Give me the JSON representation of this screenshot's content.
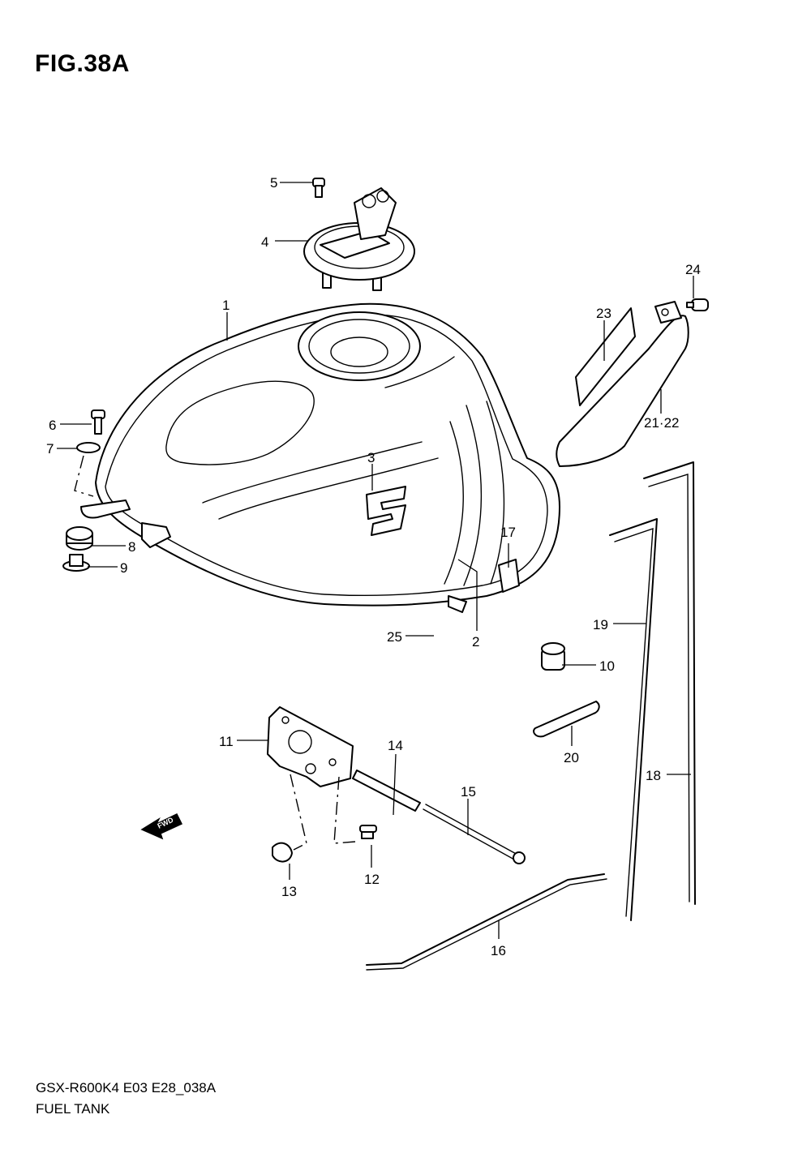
{
  "figure": {
    "title": "FIG.38A",
    "model_code": "GSX-R600K4 E03 E28_038A",
    "name": "FUEL TANK"
  },
  "arrow": {
    "label": "FWD"
  },
  "callouts": [
    {
      "id": "c1",
      "label": "1"
    },
    {
      "id": "c2",
      "label": "2"
    },
    {
      "id": "c3",
      "label": "3"
    },
    {
      "id": "c4",
      "label": "4"
    },
    {
      "id": "c5",
      "label": "5"
    },
    {
      "id": "c6",
      "label": "6"
    },
    {
      "id": "c7",
      "label": "7"
    },
    {
      "id": "c8",
      "label": "8"
    },
    {
      "id": "c9",
      "label": "9"
    },
    {
      "id": "c10",
      "label": "10"
    },
    {
      "id": "c11",
      "label": "11"
    },
    {
      "id": "c12",
      "label": "12"
    },
    {
      "id": "c13",
      "label": "13"
    },
    {
      "id": "c14",
      "label": "14"
    },
    {
      "id": "c15",
      "label": "15"
    },
    {
      "id": "c16",
      "label": "16"
    },
    {
      "id": "c17",
      "label": "17"
    },
    {
      "id": "c18",
      "label": "18"
    },
    {
      "id": "c19",
      "label": "19"
    },
    {
      "id": "c20",
      "label": "20"
    },
    {
      "id": "c21",
      "label": "21·22"
    },
    {
      "id": "c23",
      "label": "23"
    },
    {
      "id": "c24",
      "label": "24"
    },
    {
      "id": "c25",
      "label": "25"
    }
  ]
}
